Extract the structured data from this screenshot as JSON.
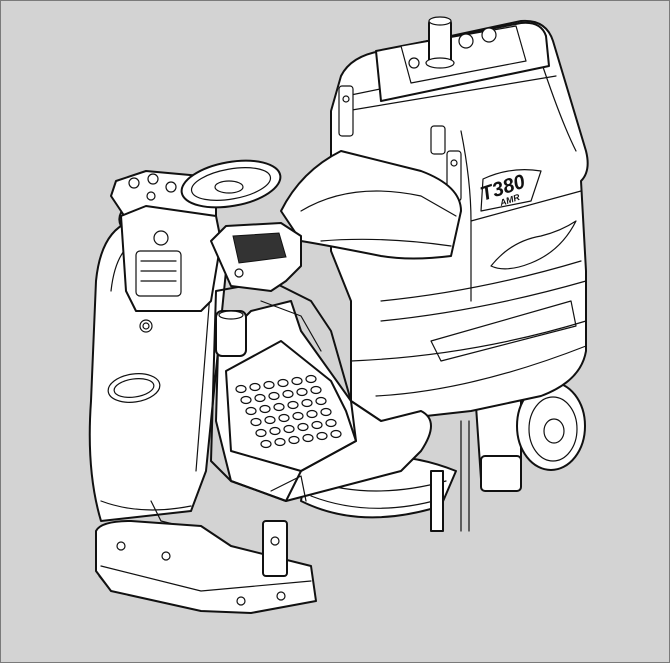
{
  "figure": {
    "background_color": "#d3d3d3",
    "line_color": "#111111",
    "fill_color": "#ffffff",
    "subject": "floor-scrubber-machine-line-drawing"
  },
  "labels": {
    "model_badge": "T380",
    "model_badge_script": "AMR"
  }
}
